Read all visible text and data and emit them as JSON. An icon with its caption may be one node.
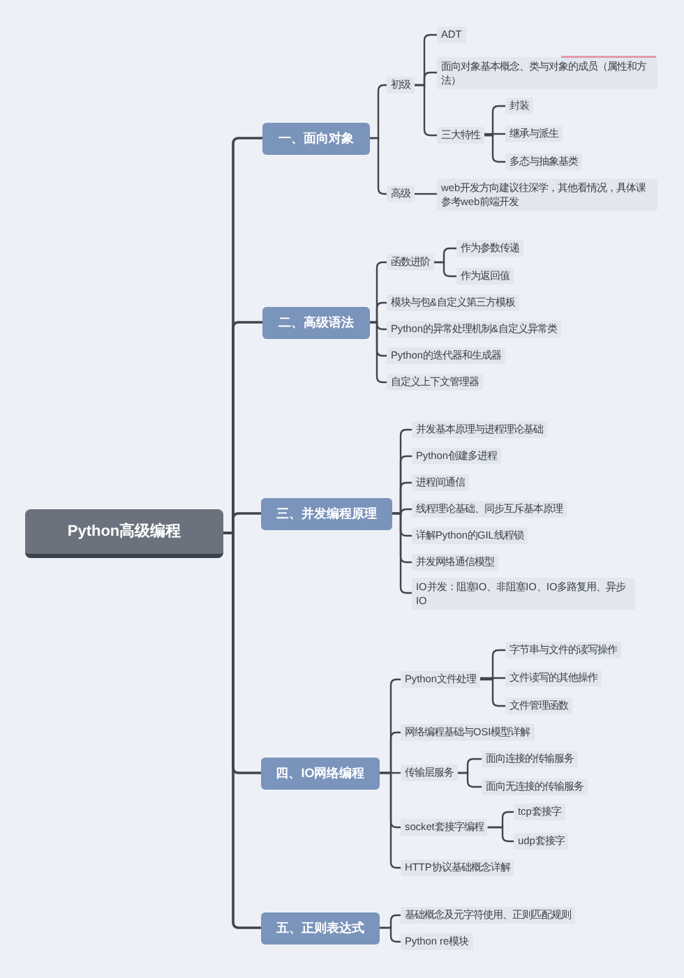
{
  "diagram": {
    "nodes": [
      {
        "text": [
          "Python高级编程"
        ]
      },
      {
        "text": [
          "一、面向对象"
        ]
      },
      {
        "text": [
          "初级"
        ]
      },
      {
        "text": [
          "ADT"
        ]
      },
      {
        "text": [
          "面向对象基本概念、类与对象的成员（属性和方法）"
        ]
      },
      {
        "text": [
          "三大特性"
        ]
      },
      {
        "text": [
          "封装"
        ]
      },
      {
        "text": [
          "继承与派生"
        ]
      },
      {
        "text": [
          "多态与抽象基类"
        ]
      },
      {
        "text": [
          "高级"
        ]
      },
      {
        "text": [
          "web开发方向建议往深学，其他看情况，具体课参考web前端开发"
        ]
      },
      {
        "text": [
          "二、高级语法"
        ]
      },
      {
        "text": [
          "函数进阶"
        ]
      },
      {
        "text": [
          "作为参数传递"
        ]
      },
      {
        "text": [
          "作为返回值"
        ]
      },
      {
        "text": [
          "模块与包&自定义第三方模板"
        ]
      },
      {
        "text": [
          "Python的异常处理机制&自定义异常类"
        ]
      },
      {
        "text": [
          "Python的迭代器和生成器"
        ]
      },
      {
        "text": [
          "自定义上下文管理器"
        ]
      },
      {
        "text": [
          "三、并发编程原理"
        ]
      },
      {
        "text": [
          "并发基本原理与进程理论基础"
        ]
      },
      {
        "text": [
          "Python创建多进程"
        ]
      },
      {
        "text": [
          "进程间通信"
        ]
      },
      {
        "text": [
          "线程理论基础、同步互斥基本原理"
        ]
      },
      {
        "text": [
          "详解Python的GIL线程锁"
        ]
      },
      {
        "text": [
          "并发网络通信模型"
        ]
      },
      {
        "text": [
          "IO并发：阻塞IO、非阻塞IO、IO多路复用、异步IO"
        ]
      },
      {
        "text": [
          "四、IO网络编程"
        ]
      },
      {
        "text": [
          "Python文件处理"
        ]
      },
      {
        "text": [
          "字节串与文件的读写操作"
        ]
      },
      {
        "text": [
          "文件读写的其他操作"
        ]
      },
      {
        "text": [
          "文件管理函数"
        ]
      },
      {
        "text": [
          "网络编程基础与OSI模型详解"
        ]
      },
      {
        "text": [
          "传输层服务"
        ]
      },
      {
        "text": [
          "面向连接的传输服务"
        ]
      },
      {
        "text": [
          "面向无连接的传输服务"
        ]
      },
      {
        "text": [
          "socket套接字编程"
        ]
      },
      {
        "text": [
          "tcp套接字"
        ]
      },
      {
        "text": [
          "udp套接字"
        ]
      },
      {
        "text": [
          "HTTP协议基础概念详解"
        ]
      },
      {
        "text": [
          "五、正则表达式"
        ]
      },
      {
        "text": [
          "基础概念及元字符使用、正则匹配规则"
        ]
      },
      {
        "text": [
          "Python re模块"
        ]
      }
    ],
    "edges": [
      {
        "from": 0,
        "to": 1,
        "arrow": "none"
      },
      {
        "from": 0,
        "to": 11,
        "arrow": "none"
      },
      {
        "from": 0,
        "to": 19,
        "arrow": "none"
      },
      {
        "from": 0,
        "to": 27,
        "arrow": "none"
      },
      {
        "from": 0,
        "to": 40,
        "arrow": "none"
      },
      {
        "from": 1,
        "to": 2,
        "arrow": "none"
      },
      {
        "from": 1,
        "to": 9,
        "arrow": "none"
      },
      {
        "from": 2,
        "to": 3,
        "arrow": "none"
      },
      {
        "from": 2,
        "to": 4,
        "arrow": "none"
      },
      {
        "from": 2,
        "to": 5,
        "arrow": "none"
      },
      {
        "from": 5,
        "to": 6,
        "arrow": "none"
      },
      {
        "from": 5,
        "to": 7,
        "arrow": "none"
      },
      {
        "from": 5,
        "to": 8,
        "arrow": "none"
      },
      {
        "from": 9,
        "to": 10,
        "arrow": "none"
      },
      {
        "from": 11,
        "to": 12,
        "arrow": "none"
      },
      {
        "from": 12,
        "to": 13,
        "arrow": "none"
      },
      {
        "from": 12,
        "to": 14,
        "arrow": "none"
      },
      {
        "from": 11,
        "to": 15,
        "arrow": "none"
      },
      {
        "from": 11,
        "to": 16,
        "arrow": "none"
      },
      {
        "from": 11,
        "to": 17,
        "arrow": "none"
      },
      {
        "from": 11,
        "to": 18,
        "arrow": "none"
      },
      {
        "from": 19,
        "to": 20,
        "arrow": "none"
      },
      {
        "from": 19,
        "to": 21,
        "arrow": "none"
      },
      {
        "from": 19,
        "to": 22,
        "arrow": "none"
      },
      {
        "from": 19,
        "to": 23,
        "arrow": "none"
      },
      {
        "from": 19,
        "to": 24,
        "arrow": "none"
      },
      {
        "from": 19,
        "to": 25,
        "arrow": "none"
      },
      {
        "from": 19,
        "to": 26,
        "arrow": "none"
      },
      {
        "from": 27,
        "to": 28,
        "arrow": "none"
      },
      {
        "from": 28,
        "to": 29,
        "arrow": "none"
      },
      {
        "from": 28,
        "to": 30,
        "arrow": "none"
      },
      {
        "from": 28,
        "to": 31,
        "arrow": "none"
      },
      {
        "from": 27,
        "to": 32,
        "arrow": "none"
      },
      {
        "from": 27,
        "to": 33,
        "arrow": "none"
      },
      {
        "from": 33,
        "to": 34,
        "arrow": "none"
      },
      {
        "from": 33,
        "to": 35,
        "arrow": "none"
      },
      {
        "from": 27,
        "to": 36,
        "arrow": "none"
      },
      {
        "from": 36,
        "to": 37,
        "arrow": "none"
      },
      {
        "from": 36,
        "to": 38,
        "arrow": "none"
      },
      {
        "from": 27,
        "to": 39,
        "arrow": "none"
      },
      {
        "from": 40,
        "to": 41,
        "arrow": "none"
      },
      {
        "from": 40,
        "to": 42,
        "arrow": "none"
      }
    ]
  }
}
